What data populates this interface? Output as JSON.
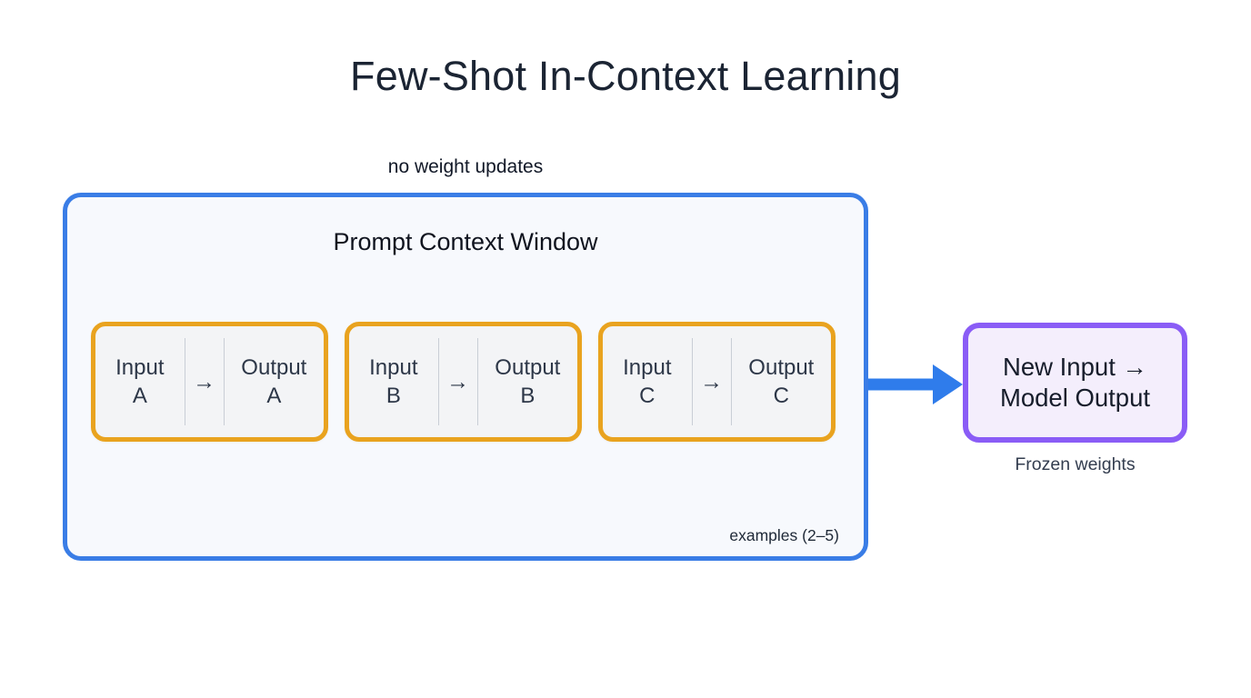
{
  "title": "Few-Shot In-Context Learning",
  "context_window": {
    "annotation": "no weight updates",
    "label": "Prompt Context Window",
    "examples_note": "examples (2–5)"
  },
  "examples": [
    {
      "input_line1": "Input",
      "input_line2": "A",
      "arrow": "→",
      "output_line1": "Output",
      "output_line2": "A"
    },
    {
      "input_line1": "Input",
      "input_line2": "B",
      "arrow": "→",
      "output_line1": "Output",
      "output_line2": "B"
    },
    {
      "input_line1": "Input",
      "input_line2": "C",
      "arrow": "→",
      "output_line1": "Output",
      "output_line2": "C"
    }
  ],
  "flow_arrow": {
    "icon": "right-arrow"
  },
  "model_box": {
    "line1": "New Input →",
    "line2": "Model Output",
    "caption": "Frozen weights"
  },
  "colors": {
    "title_text": "#1b2433",
    "body_text": "#2d3748",
    "context_border": "#3a7de6",
    "context_fill": "#f7f9fd",
    "example_border": "#e9a31f",
    "example_fill": "#f3f4f6",
    "model_border": "#8a5cf6",
    "model_fill": "#f4eefc",
    "arrow_blue": "#2f7ceb",
    "divider": "#c9ced6"
  }
}
